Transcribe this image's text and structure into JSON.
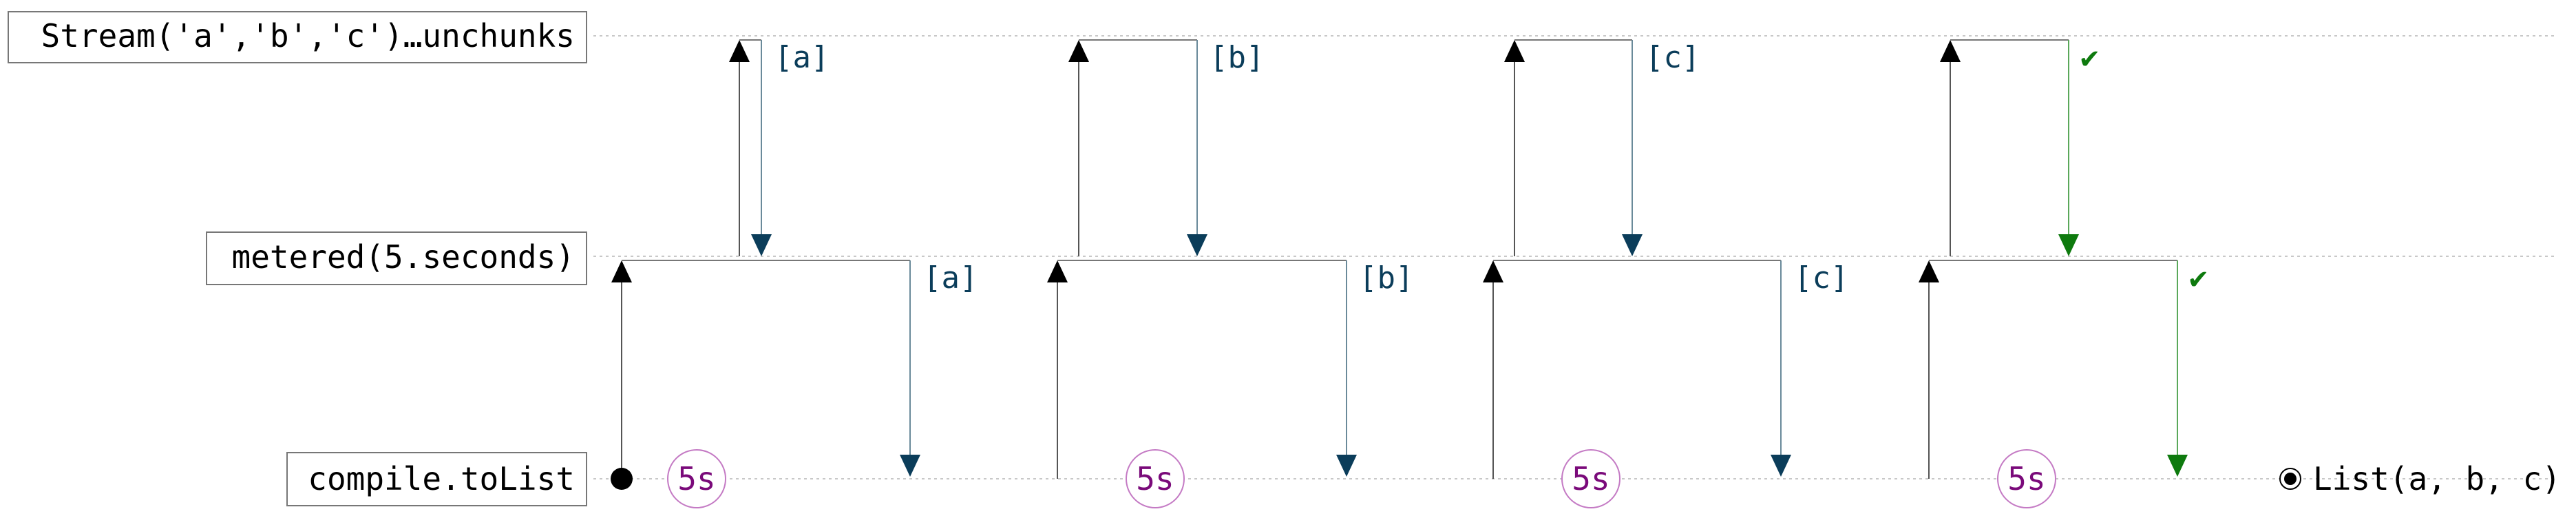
{
  "lanes": [
    {
      "label": "Stream('a','b','c')…unchunks"
    },
    {
      "label": "metered(5.seconds)"
    },
    {
      "label": "compile.toList"
    }
  ],
  "upper_exchanges": [
    {
      "label": "[a]"
    },
    {
      "label": "[b]"
    },
    {
      "label": "[c]"
    },
    {
      "label": "✔"
    }
  ],
  "lower_exchanges": [
    {
      "label": "[a]"
    },
    {
      "label": "[b]"
    },
    {
      "label": "[c]"
    },
    {
      "label": "✔"
    }
  ],
  "timers": [
    {
      "label": "5s"
    },
    {
      "label": "5s"
    },
    {
      "label": "5s"
    },
    {
      "label": "5s"
    }
  ],
  "result": {
    "label": "List(a, b, c)"
  },
  "colors": {
    "data": "#0b3d5a",
    "done": "#0e7a0e",
    "request": "#000000",
    "timer": "#7a0a7a",
    "timer_ring": "#c47ac4",
    "guide": "#c8c8c8",
    "label_border": "#777777"
  }
}
